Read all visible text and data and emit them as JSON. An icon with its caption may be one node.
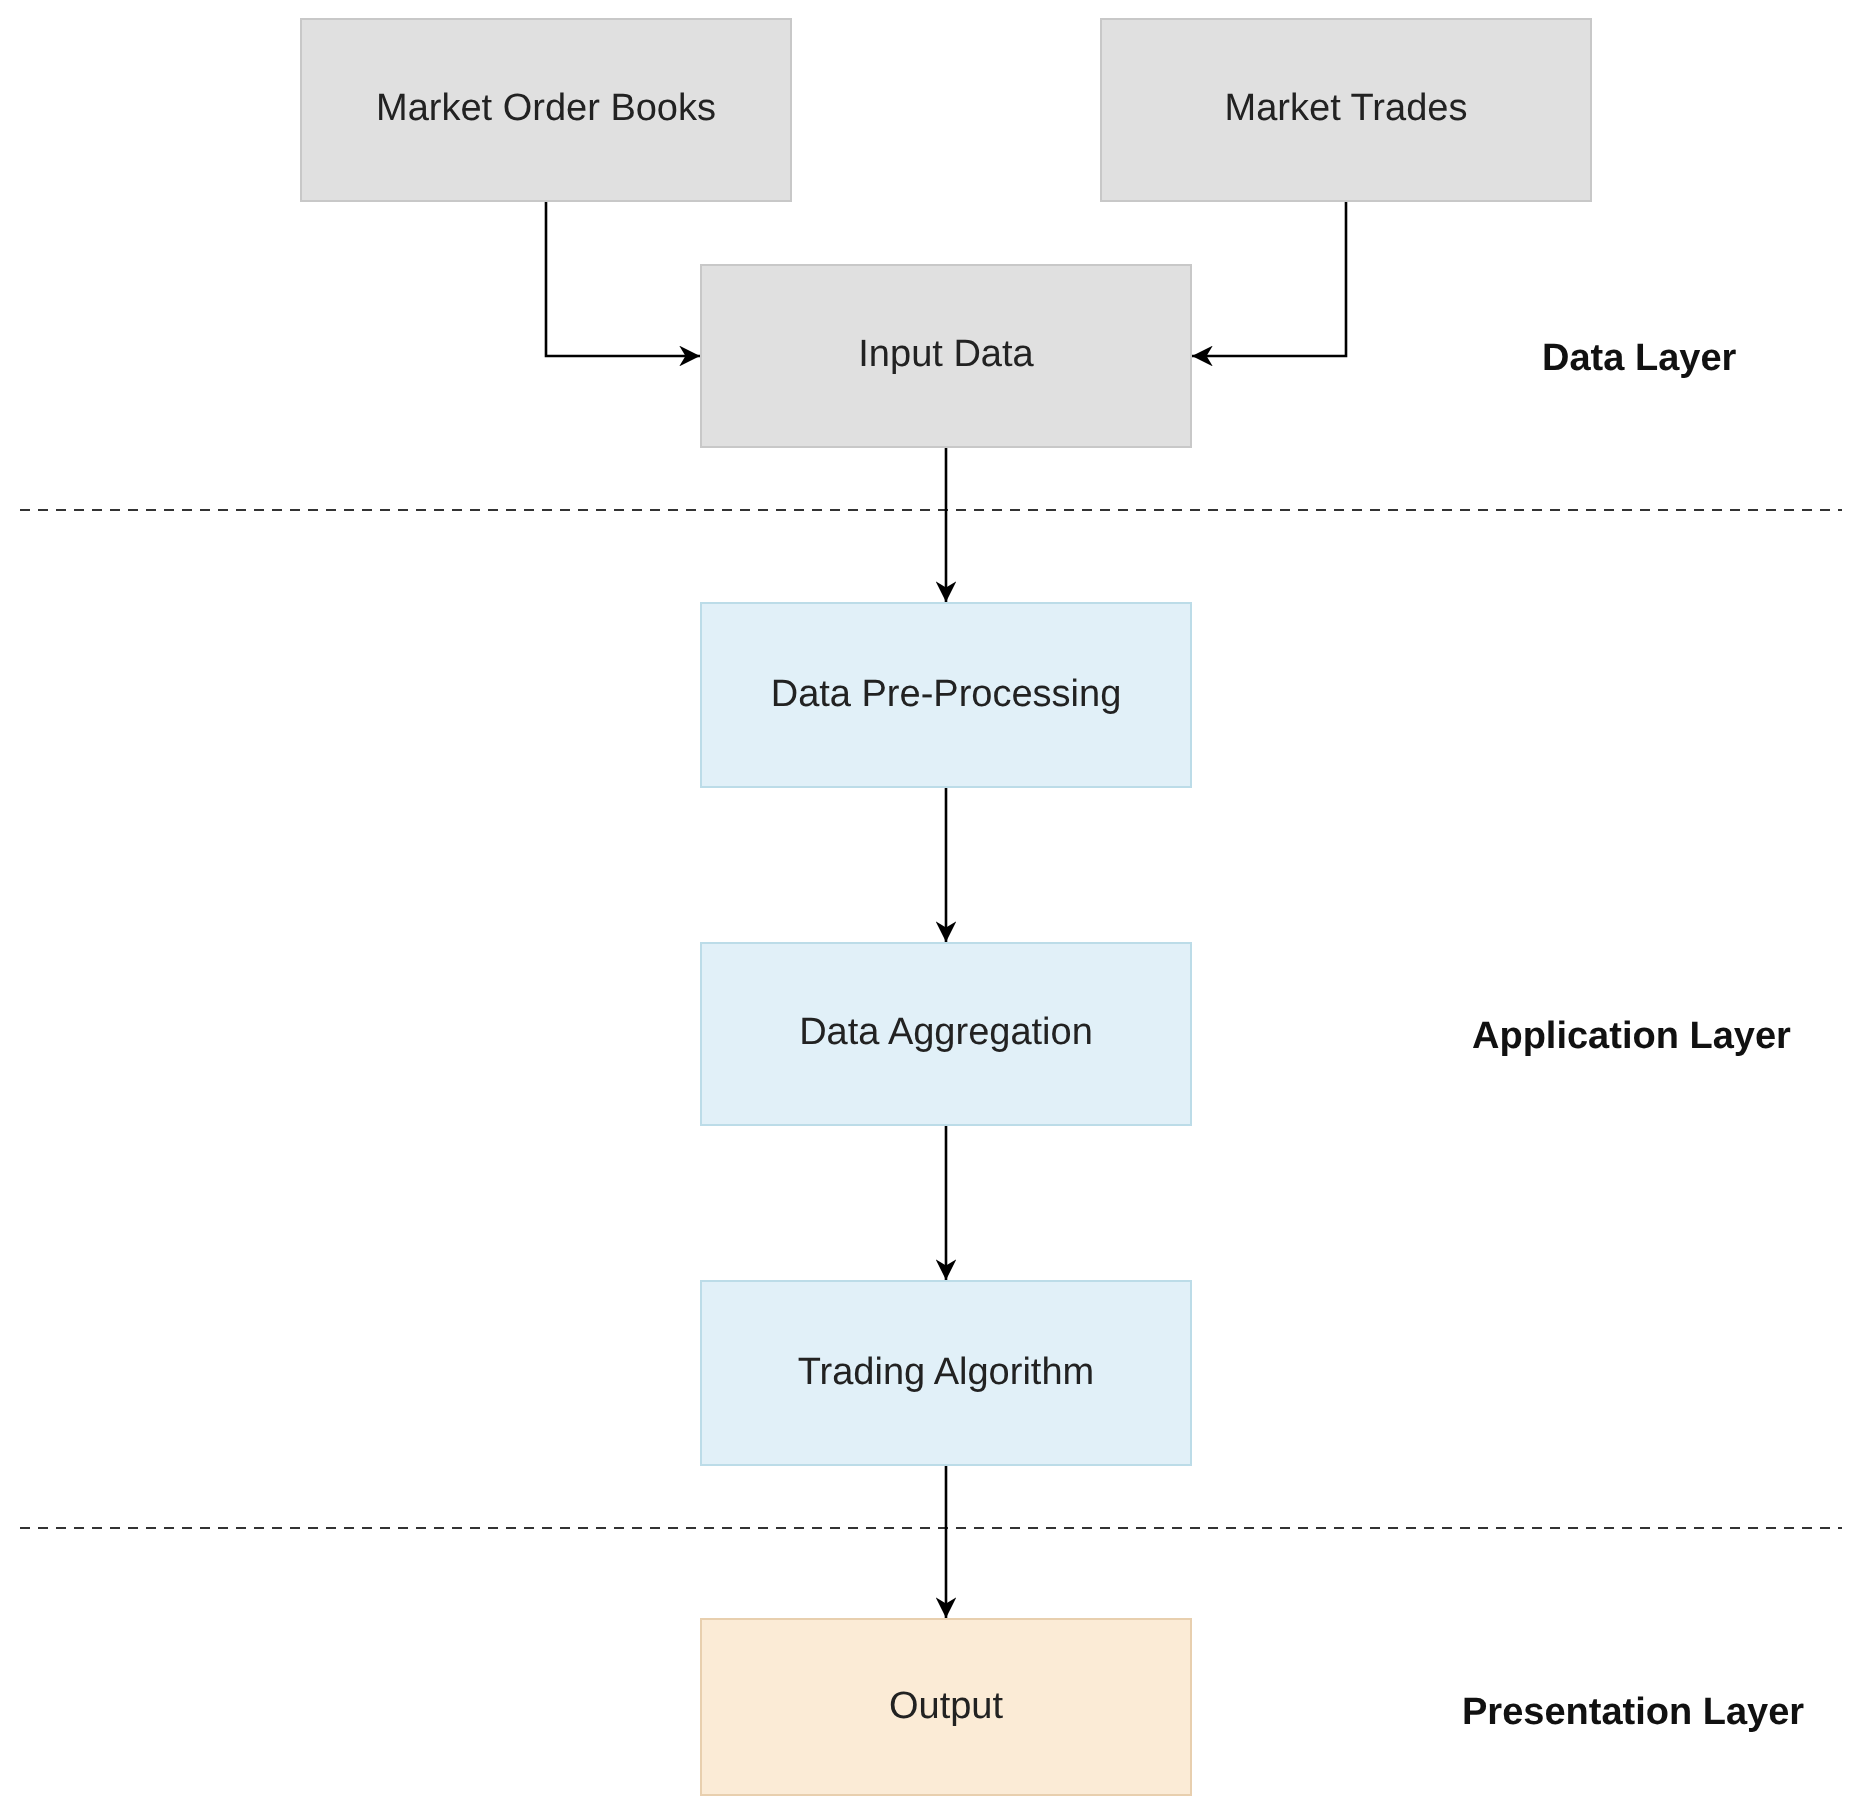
{
  "diagram": {
    "nodes": [
      {
        "text": [
          "Market Order Books"
        ]
      },
      {
        "text": [
          "Market Trades"
        ]
      },
      {
        "text": [
          "Input Data"
        ]
      },
      {
        "text": [
          "Data Pre-Processing"
        ]
      },
      {
        "text": [
          "Data Aggregation"
        ]
      },
      {
        "text": [
          "Trading Algorithm"
        ]
      },
      {
        "text": [
          "Output"
        ]
      }
    ],
    "edges": [
      {
        "from": 0,
        "to": 2,
        "arrow": "to"
      },
      {
        "from": 1,
        "to": 2,
        "arrow": "to"
      },
      {
        "from": 2,
        "to": 3,
        "arrow": "to"
      },
      {
        "from": 3,
        "to": 4,
        "arrow": "to"
      },
      {
        "from": 4,
        "to": 5,
        "arrow": "to"
      },
      {
        "from": 5,
        "to": 6,
        "arrow": "to"
      }
    ],
    "labels": [
      "Data Layer",
      "Application Layer",
      "Presentation Layer"
    ]
  }
}
